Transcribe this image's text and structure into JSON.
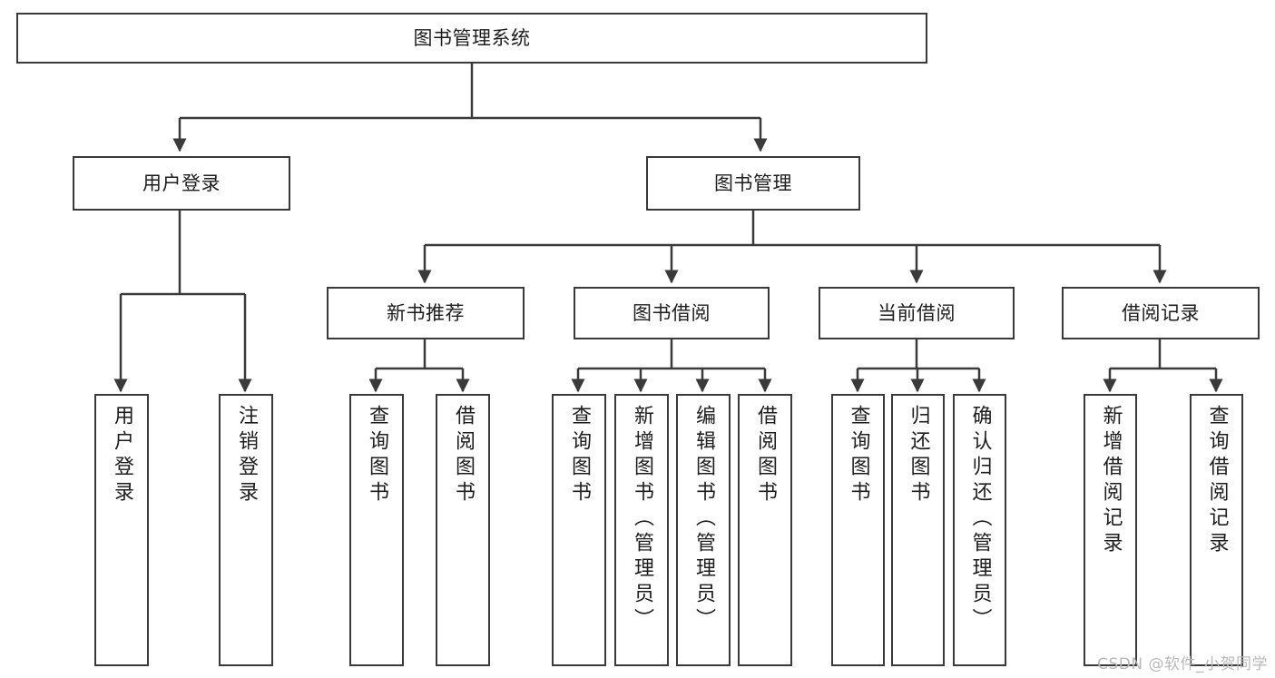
{
  "diagram": {
    "type": "tree-hierarchy",
    "title": "图书管理系统",
    "watermark": "CSDN @软件_小贺同学",
    "colors": {
      "box_border": "#3a3a3a",
      "box_fill": "#ffffff",
      "connector": "#3a3a3a",
      "text": "#1d1d1d",
      "watermark": "#b9b9b9",
      "background": "#ffffff"
    },
    "nodes": {
      "root": {
        "label": "图书管理系统"
      },
      "level2": [
        {
          "id": "user-login",
          "label": "用户登录"
        },
        {
          "id": "book-manage",
          "label": "图书管理"
        }
      ],
      "level3": [
        {
          "id": "new-book-recommend",
          "label": "新书推荐"
        },
        {
          "id": "book-borrow",
          "label": "图书借阅"
        },
        {
          "id": "current-borrow",
          "label": "当前借阅"
        },
        {
          "id": "borrow-record",
          "label": "借阅记录"
        }
      ],
      "leaves": {
        "user-login": [
          {
            "id": "leaf-user-login",
            "label": "用户登录"
          },
          {
            "id": "leaf-logout",
            "label": "注销登录"
          }
        ],
        "new-book-recommend": [
          {
            "id": "leaf-query-book-1",
            "label": "查询图书"
          },
          {
            "id": "leaf-borrow-book-1",
            "label": "借阅图书"
          }
        ],
        "book-borrow": [
          {
            "id": "leaf-query-book-2",
            "label": "查询图书"
          },
          {
            "id": "leaf-add-book",
            "label": "新增图书（管理员）"
          },
          {
            "id": "leaf-edit-book",
            "label": "编辑图书（管理员）"
          },
          {
            "id": "leaf-borrow-book-2",
            "label": "借阅图书"
          }
        ],
        "current-borrow": [
          {
            "id": "leaf-query-book-3",
            "label": "查询图书"
          },
          {
            "id": "leaf-return-book",
            "label": "归还图书"
          },
          {
            "id": "leaf-confirm-return",
            "label": "确认归还（管理员）"
          }
        ],
        "borrow-record": [
          {
            "id": "leaf-add-record",
            "label": "新增借阅记录"
          },
          {
            "id": "leaf-query-record",
            "label": "查询借阅记录"
          }
        ]
      }
    }
  }
}
